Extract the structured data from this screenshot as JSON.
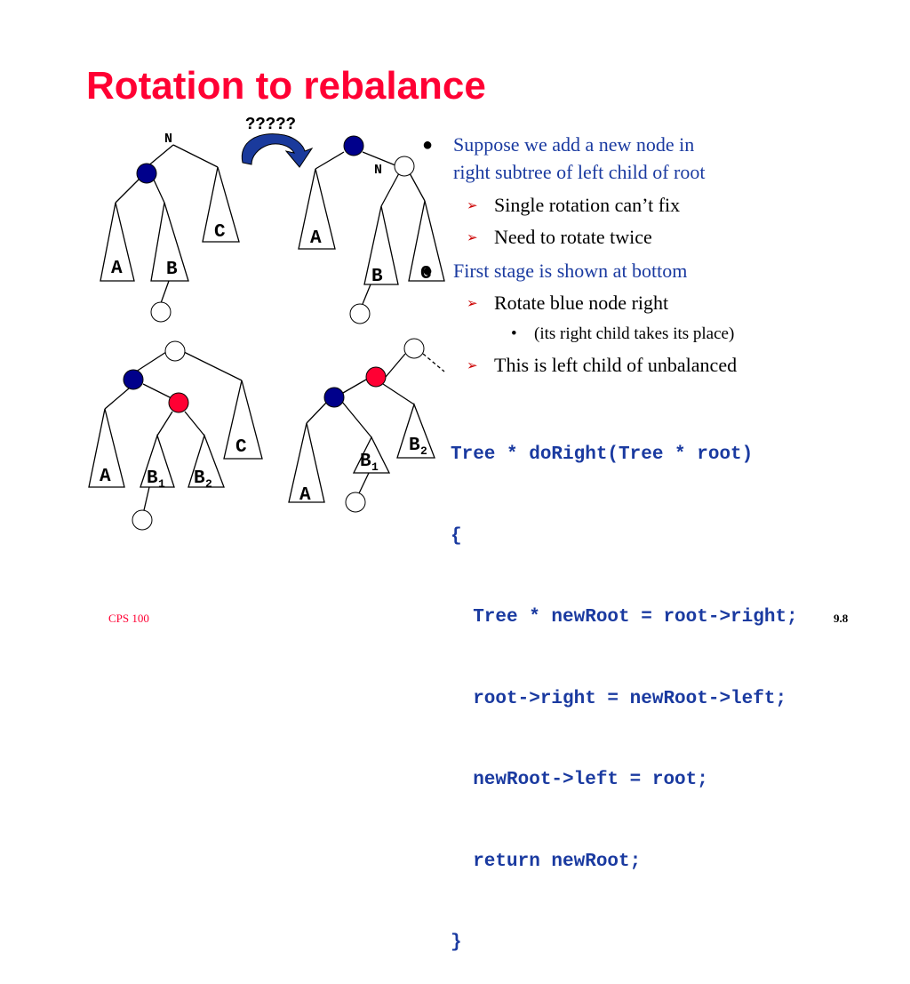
{
  "slide": {
    "title": "Rotation to rebalance",
    "footer_left": "CPS 100",
    "footer_right": "9.8"
  },
  "diagram": {
    "rotation_arrow_label": "?????",
    "top_left_tree": {
      "root_label": "N",
      "subtrees": [
        "A",
        "B",
        "C"
      ]
    },
    "top_right_tree": {
      "node_label": "N",
      "subtrees": [
        "A",
        "B",
        "C"
      ]
    },
    "bottom_left_tree": {
      "subtrees": [
        "A",
        "B",
        "1",
        "B",
        "2",
        "C"
      ]
    },
    "bottom_right_tree": {
      "subtrees": [
        "A",
        "B",
        "1",
        "B",
        "2"
      ]
    },
    "colors": {
      "blue_node": "#00008b",
      "red_node": "#ff0033",
      "white_node": "#ffffff",
      "arrow": "#1a3a9c"
    }
  },
  "bullets": [
    {
      "level": 1,
      "text_lines": [
        "Suppose we add a new node in",
        "right subtree of left child of root"
      ]
    },
    {
      "level": 2,
      "text": "Single rotation can’t fix"
    },
    {
      "level": 2,
      "text": "Need to rotate twice"
    },
    {
      "level": 1,
      "text_lines": [
        "First stage is shown at bottom"
      ]
    },
    {
      "level": 2,
      "text": "Rotate blue node right"
    },
    {
      "level": 3,
      "text": "(its right child takes its place)"
    },
    {
      "level": 2,
      "text": "This is left child of unbalanced"
    }
  ],
  "code_lines": [
    "Tree * doRight(Tree * root)",
    "{",
    "  Tree * newRoot = root->right;",
    "  root->right = newRoot->left;",
    "  newRoot->left = root;",
    "  return newRoot;",
    "}"
  ]
}
